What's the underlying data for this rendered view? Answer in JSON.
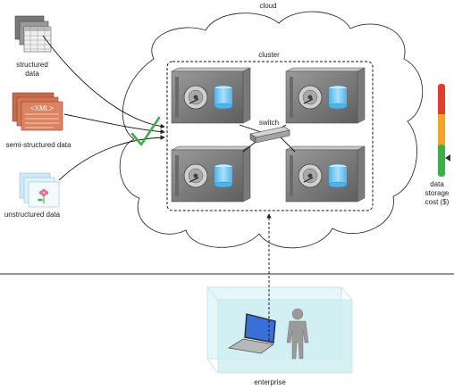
{
  "labels": {
    "cloud": "cloud",
    "cluster": "cluster",
    "switch": "switch",
    "structured_line1": "structured",
    "structured_line2": "data",
    "semi_structured": "semi-structured data",
    "xml_tag": "<XML>",
    "unstructured": "unstructured data",
    "cost_line1": "data",
    "cost_line2": "storage",
    "cost_line3": "cost ($)",
    "enterprise": "enterprise"
  },
  "colors": {
    "cost_high": "#e53a2e",
    "cost_mid": "#f0a52a",
    "cost_low": "#3fae49",
    "checkmark": "#3fae49",
    "xml_doc": "#d97a55",
    "enterprise_box": "#cfeef2"
  },
  "icons": [
    "spreadsheet-icon",
    "xml-document-icon",
    "photo-icon",
    "server-icon",
    "hard-disk-icon",
    "database-icon",
    "network-switch-icon",
    "laptop-icon",
    "person-icon",
    "checkmark-icon"
  ]
}
